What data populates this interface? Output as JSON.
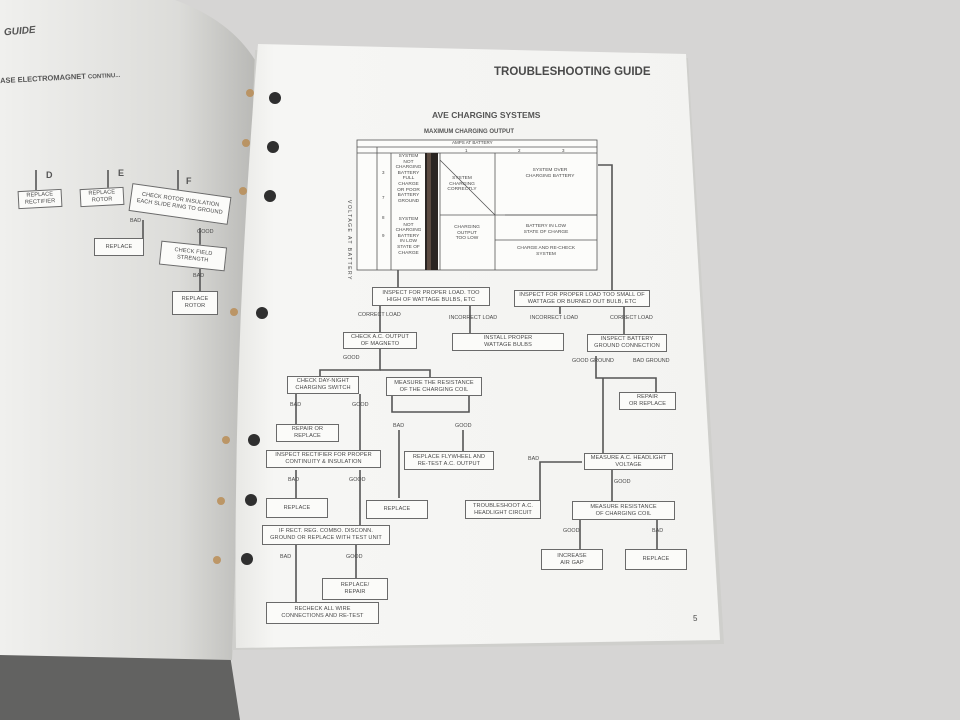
{
  "left_page": {
    "header": "GUIDE",
    "subheader": "ASE ELECTROMAGNET",
    "subheader_suffix": "CONTINU...",
    "col_letters": [
      "D",
      "E",
      "F"
    ],
    "boxes": {
      "replace_rectifier": "REPLACE\nRECTIFIER",
      "replace_rotor": "REPLACE\nROTOR",
      "check_rotor_insulation": "CHECK ROTOR INSULATION\nEACH SLIDE RING TO GROUND",
      "replace": "REPLACE",
      "check_field_strength": "CHECK FIELD\nSTRENGTH",
      "replace_rotor_2": "REPLACE\nROTOR"
    },
    "labels": {
      "bad1": "BAD",
      "good1": "GOOD",
      "bad2": "BAD"
    }
  },
  "right_page": {
    "header": "TROUBLESHOOTING GUIDE",
    "section_title": "AVE CHARGING SYSTEMS",
    "chart_title": "MAXIMUM CHARGING OUTPUT",
    "chart_subtitle": "AMPS AT BATTERY",
    "chart_cols": [
      "1",
      "2",
      "3"
    ],
    "chart_side_label": "VOLTAGE AT BATTERY",
    "chart_rows": [
      "3",
      "7",
      "8",
      "9"
    ],
    "chart_cells": {
      "not_charging": "SYSTEM\nNOT\nCHARGING\nBATTERY\nFULL\nCHARGE\nOR POOR\nBATTERY\nGROUND",
      "charging_correctly": "SYSTEM\nCHARGING\nCORRECTLY",
      "over_charging": "SYSTEM OVER\nCHARGING BATTERY",
      "not_charging_low": "SYSTEM\nNOT\nCHARGING\nBATTERY\nIN LOW\nSTATE OF\nCHARGE",
      "output_too_low": "CHARGING\nOUTPUT\nTOO LOW",
      "battery_low": "BATTERY IN LOW\nSTATE OF CHARGE",
      "charge_recheck": "CHARGE AND RE-CHECK\nSYSTEM"
    },
    "boxes": {
      "inspect_high": "INSPECT FOR PROPER LOAD. TOO\nHIGH OF WATTAGE BULBS, ETC",
      "inspect_small": "INSPECT FOR PROPER LOAD TOO SMALL OF\nWATTAGE OR BURNED OUT BULB, ETC",
      "check_ac_output": "CHECK A.C. OUTPUT\nOF MAGNETO",
      "install_proper": "INSTALL PROPER\nWATTAGE BULBS",
      "inspect_battery_ground": "INSPECT BATTERY\nGROUND CONNECTION",
      "check_day_night": "CHECK DAY-NIGHT\nCHARGING SWITCH",
      "measure_resistance_coil": "MEASURE THE RESISTANCE\nOF THE CHARGING COIL",
      "repair_replace_right": "REPAIR\nOR REPLACE",
      "repair_replace_left": "REPAIR OR\nREPLACE",
      "inspect_rectifier": "INSPECT RECTIFIER FOR PROPER\nCONTINUITY & INSULATION",
      "replace_flywheel": "REPLACE FLYWHEEL AND\nRE-TEST A.C. OUTPUT",
      "measure_headlight": "MEASURE A.C. HEADLIGHT\nVOLTAGE",
      "replace_a": "REPLACE",
      "replace_b": "REPLACE",
      "troubleshoot_headlight": "TROUBLESHOOT A.C.\nHEADLIGHT CIRCUIT",
      "measure_resistance_coil_2": "MEASURE RESISTANCE\nOF CHARGING COIL",
      "if_rect": "IF RECT. REG. COMBO. DISCONN.\nGROUND OR REPLACE WITH TEST UNIT",
      "increase_air_gap": "INCREASE\nAIR GAP",
      "replace_c": "REPLACE",
      "replace_repair": "REPLACE/\nREPAIR",
      "recheck": "RECHECK ALL WIRE\nCONNECTIONS AND RE-TEST"
    },
    "labels": {
      "correct_load_1": "CORRECT LOAD",
      "incorrect_load_1": "INCORRECT LOAD",
      "incorrect_load_2": "INCORRECT LOAD",
      "correct_load_2": "CORRECT LOAD",
      "good_magneto": "GOOD",
      "good_ground": "GOOD GROUND",
      "bad_ground": "BAD GROUND",
      "bad_switch": "BAD",
      "good_switch": "GOOD",
      "bad_coil": "BAD",
      "good_coil": "GOOD",
      "bad_rect": "BAD",
      "good_rect": "GOOD",
      "bad_headlight": "BAD",
      "good_headlight": "GOOD",
      "good_coil2": "GOOD",
      "bad_coil2": "BAD",
      "bad_final": "BAD",
      "good_final": "GOOD"
    },
    "page_number": "5"
  }
}
